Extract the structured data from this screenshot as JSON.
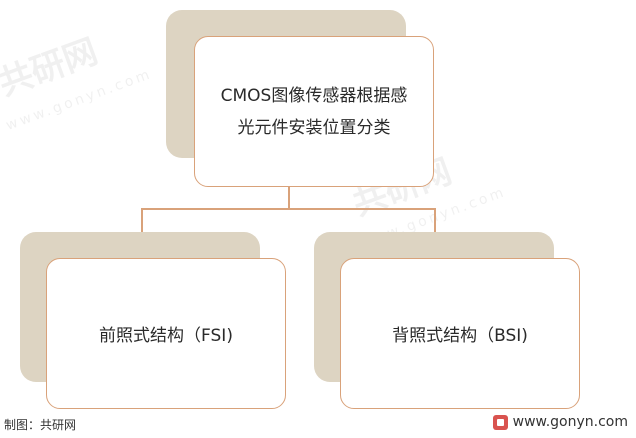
{
  "root": {
    "line1": "CMOS图像传感器根据感",
    "line2": "光元件安装位置分类"
  },
  "children": [
    {
      "label": "前照式结构（FSI)"
    },
    {
      "label": "背照式结构（BSI)"
    }
  ],
  "footer": {
    "source": "制图：共研网",
    "url": "www.gonyn.com"
  },
  "watermark": {
    "brand": "共研网",
    "site": "www.gonyn.com"
  },
  "colors": {
    "border": "#d9a27a",
    "shadow": "#ddd4c2"
  }
}
